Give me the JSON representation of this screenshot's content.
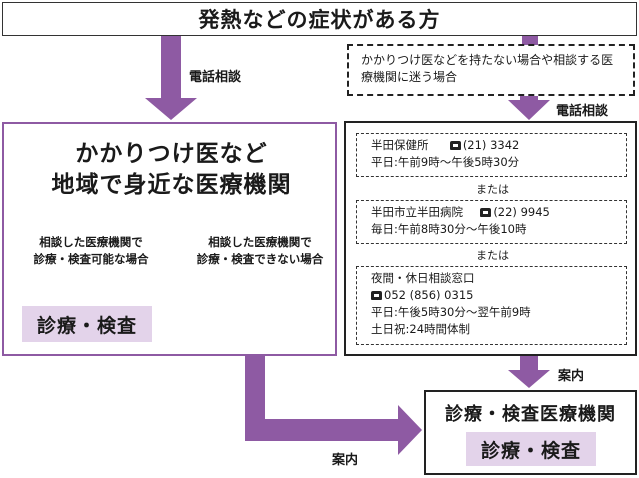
{
  "title": "発熱などの症状がある方",
  "phone_consult_label": "電話相談",
  "no_clinic_note": "かかりつけ医などを持たない場合や相談する医療機関に迷う場合",
  "clinic": {
    "title_line1": "かかりつけ医など",
    "title_line2": "地域で身近な医療機関",
    "left_condition_line1": "相談した医療機関で",
    "left_condition_line2": "診療・検査可能な場合",
    "right_condition_line1": "相談した医療機関で",
    "right_condition_line2": "診療・検査できない場合",
    "result": "診療・検査"
  },
  "contacts": [
    {
      "name": "半田保健所",
      "phone": "(21) 3342",
      "hours": "平日:午前9時～午後5時30分"
    },
    {
      "name": "半田市立半田病院",
      "phone": "(22) 9945",
      "hours": "毎日:午前8時30分～午後10時"
    },
    {
      "name": "夜間・休日相談窓口",
      "phone": "052 (856) 0315",
      "hours": "平日:午後5時30分～翌午前9時",
      "hours2": "土日祝:24時間体制"
    }
  ],
  "or_label": "または",
  "guide_label": "案内",
  "destination": {
    "title": "診療・検査医療機関",
    "result": "診療・検査"
  },
  "colors": {
    "arrow_purple": "#8e5aa3",
    "shade_lavender": "#e3d3ea",
    "border_dark": "#222222"
  }
}
